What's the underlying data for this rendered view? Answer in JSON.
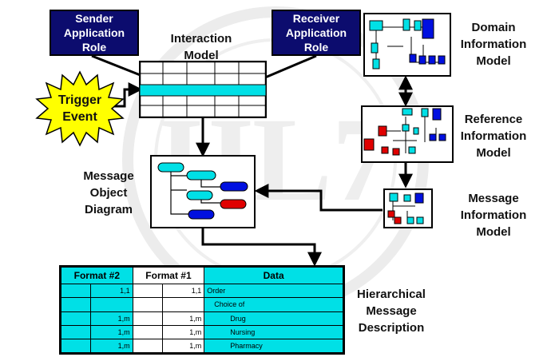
{
  "roles": {
    "sender": "Sender\nApplication\nRole",
    "receiver": "Receiver\nApplication\nRole"
  },
  "trigger": "Trigger\nEvent",
  "labels": {
    "interaction_model": "Interaction\nModel",
    "message_object_diagram": "Message\nObject\nDiagram",
    "domain_information_model": "Domain\nInformation\nModel",
    "reference_information_model": "Reference\nInformation\nModel",
    "message_information_model": "Message\nInformation\nModel",
    "hierarchical_message_description": "Hierarchical\nMessage\nDescription"
  },
  "watermark": "HL7",
  "table": {
    "headers": [
      "Format #2",
      "Format #1",
      "Data"
    ],
    "rows": [
      {
        "f2": "1,1",
        "f1": "1,1",
        "data": "Order"
      },
      {
        "f2": "",
        "f1": "",
        "data": "Choice of"
      },
      {
        "f2": "1,m",
        "f1": "1,m",
        "data": "Drug"
      },
      {
        "f2": "1,m",
        "f1": "1,m",
        "data": "Nursing"
      },
      {
        "f2": "1,m",
        "f1": "1,m",
        "data": "Pharmacy"
      }
    ]
  },
  "colors": {
    "navy": "#0c0c6e",
    "cyan": "#00e0e6",
    "yellow": "#ffff00",
    "blue": "#0010e0",
    "red": "#e00000"
  }
}
